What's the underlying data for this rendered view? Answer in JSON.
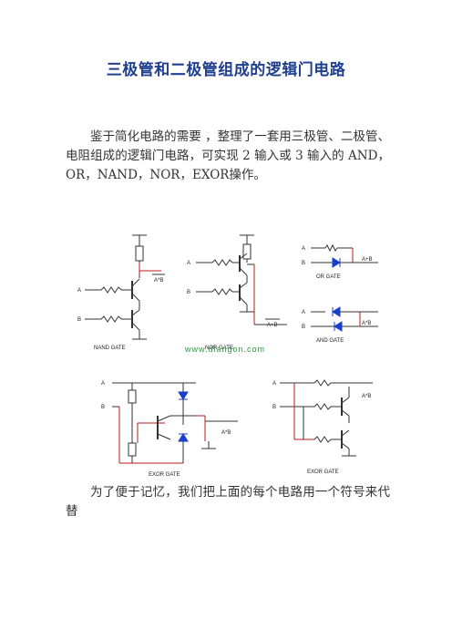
{
  "title": "三极管和二极管组成的逻辑门电路",
  "paragraph1": "鉴于简化电路的需要 ，整理了一套用三极管、二极管、电阻组成的逻辑门电路，可实现 2 输入或 3 输入的 AND，OR，NAND，NOR，EXOR操作。",
  "paragraph2": "为了便于记忆，我们把上面的每个电路用一个符号来代替",
  "figure": {
    "nand": {
      "label": "NAND GATE",
      "in_a": "A",
      "in_b": "B",
      "out": "A*B"
    },
    "nor": {
      "label": "NOR GATE",
      "in_a": "A",
      "in_b": "B",
      "out": "A+B"
    },
    "or": {
      "label": "OR GATE",
      "in_a": "A",
      "in_b": "B",
      "out": "A+B"
    },
    "and": {
      "label": "AND GATE",
      "in_a": "A",
      "in_b": "B",
      "out": "A*B"
    },
    "exor1": {
      "label": "EXOR GATE",
      "in_a": "A",
      "in_b": "B",
      "out": "A*B"
    },
    "exor2": {
      "label": "EXOR GATE",
      "in_a": "A",
      "in_b": "B",
      "out": "A*B"
    },
    "watermark": "www.diangon.com",
    "wire_color": "#c01818",
    "diode_color": "#1a3fc8"
  }
}
